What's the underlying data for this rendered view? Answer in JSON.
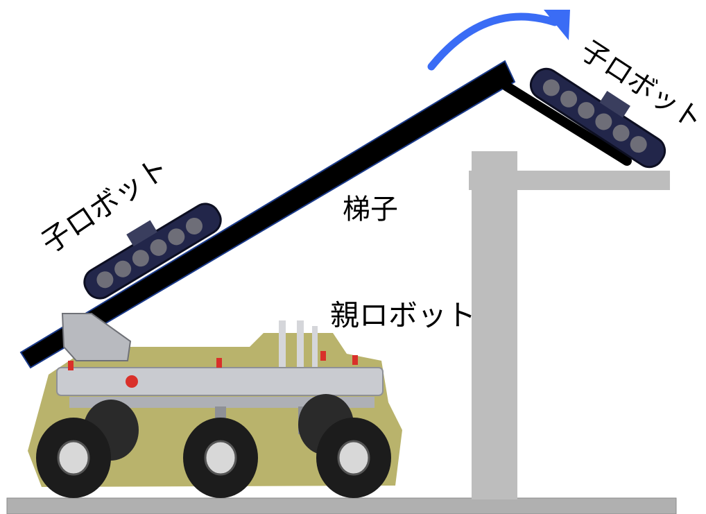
{
  "labels": {
    "ladder": "梯子",
    "parent_robot": "親ロボット",
    "child_robot_bottom": "子ロボット",
    "child_robot_top": "子ロボット"
  },
  "colors": {
    "ladder": "#000000",
    "ladder_edge": "#1a3a8a",
    "structure": "#bdbdbd",
    "ground": "#b0b0b0",
    "arrow": "#3a6cf5",
    "crawler_body": "#22264a",
    "crawler_wheel": "#6e6e78",
    "rover_frame": "#c9cbd0",
    "rover_deck": "#b9b36c",
    "rover_tire": "#1c1c1c",
    "rover_hub": "#d8d8d8",
    "rover_accent": "#d9302a"
  }
}
